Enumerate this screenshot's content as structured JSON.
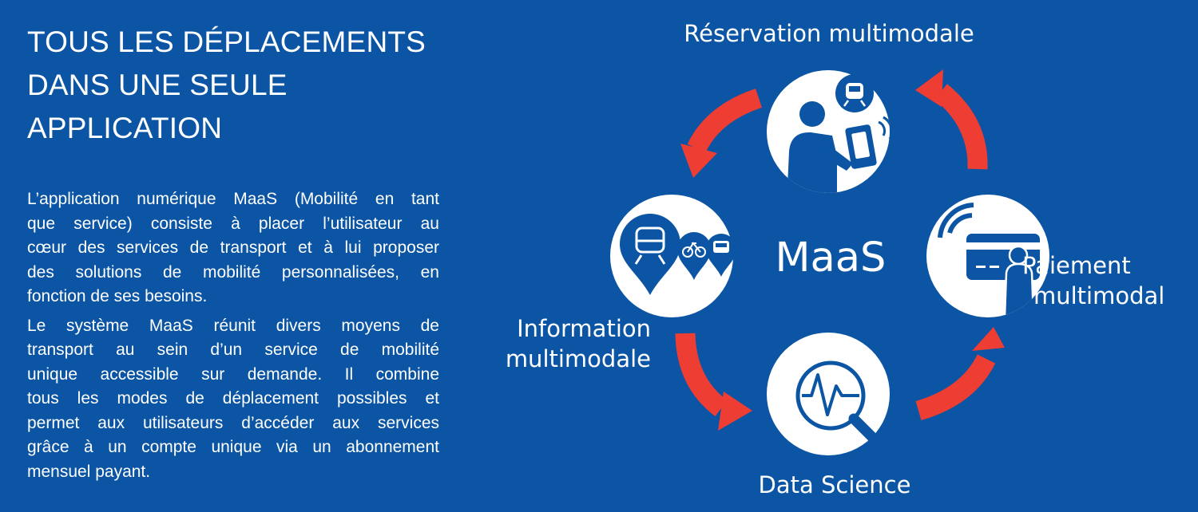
{
  "heading": [
    "Tous les déplacements",
    "dans une seule",
    "application"
  ],
  "paragraph_1": [
    "L’application numérique MaaS  (Mobilité en tant",
    "que service) consiste à placer l’utilisateur au",
    "cœur des services de transport et à lui proposer",
    "des solutions de mobilité personnalisées, en",
    "fonction de ses besoins."
  ],
  "paragraph_2": [
    "Le système MaaS réunit divers moyens de",
    "transport au sein d’un service de mobilité",
    "unique accessible sur demande. Il combine",
    "tous les modes de déplacement possibles et",
    "permet aux utilisateurs d’accéder aux services",
    "grâce à un compte unique via un abonnement",
    "mensuel payant."
  ],
  "diagram": {
    "center": "MaaS",
    "top_label": "Réservation multimodale",
    "left_label": [
      "Information",
      "multimodale"
    ],
    "right_label": [
      "Paiement",
      "multimodal"
    ],
    "bottom_label": "Data Science"
  },
  "colors": {
    "background": "#0b55a4",
    "circle": "#ffffff",
    "icon": "#0b55a4",
    "arrow": "#ee3d33"
  }
}
